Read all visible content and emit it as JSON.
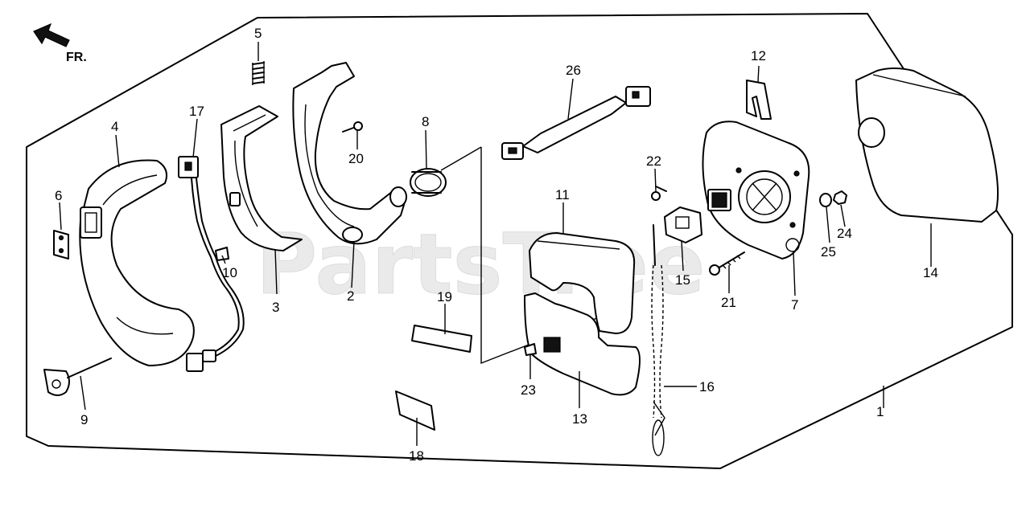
{
  "diagram": {
    "direction_label": "FR.",
    "watermark": "PartsTree",
    "callouts": [
      "1",
      "2",
      "3",
      "4",
      "5",
      "6",
      "7",
      "8",
      "9",
      "10",
      "11",
      "12",
      "13",
      "14",
      "15",
      "16",
      "17",
      "18",
      "19",
      "20",
      "21",
      "22",
      "23",
      "24",
      "25",
      "26"
    ]
  }
}
